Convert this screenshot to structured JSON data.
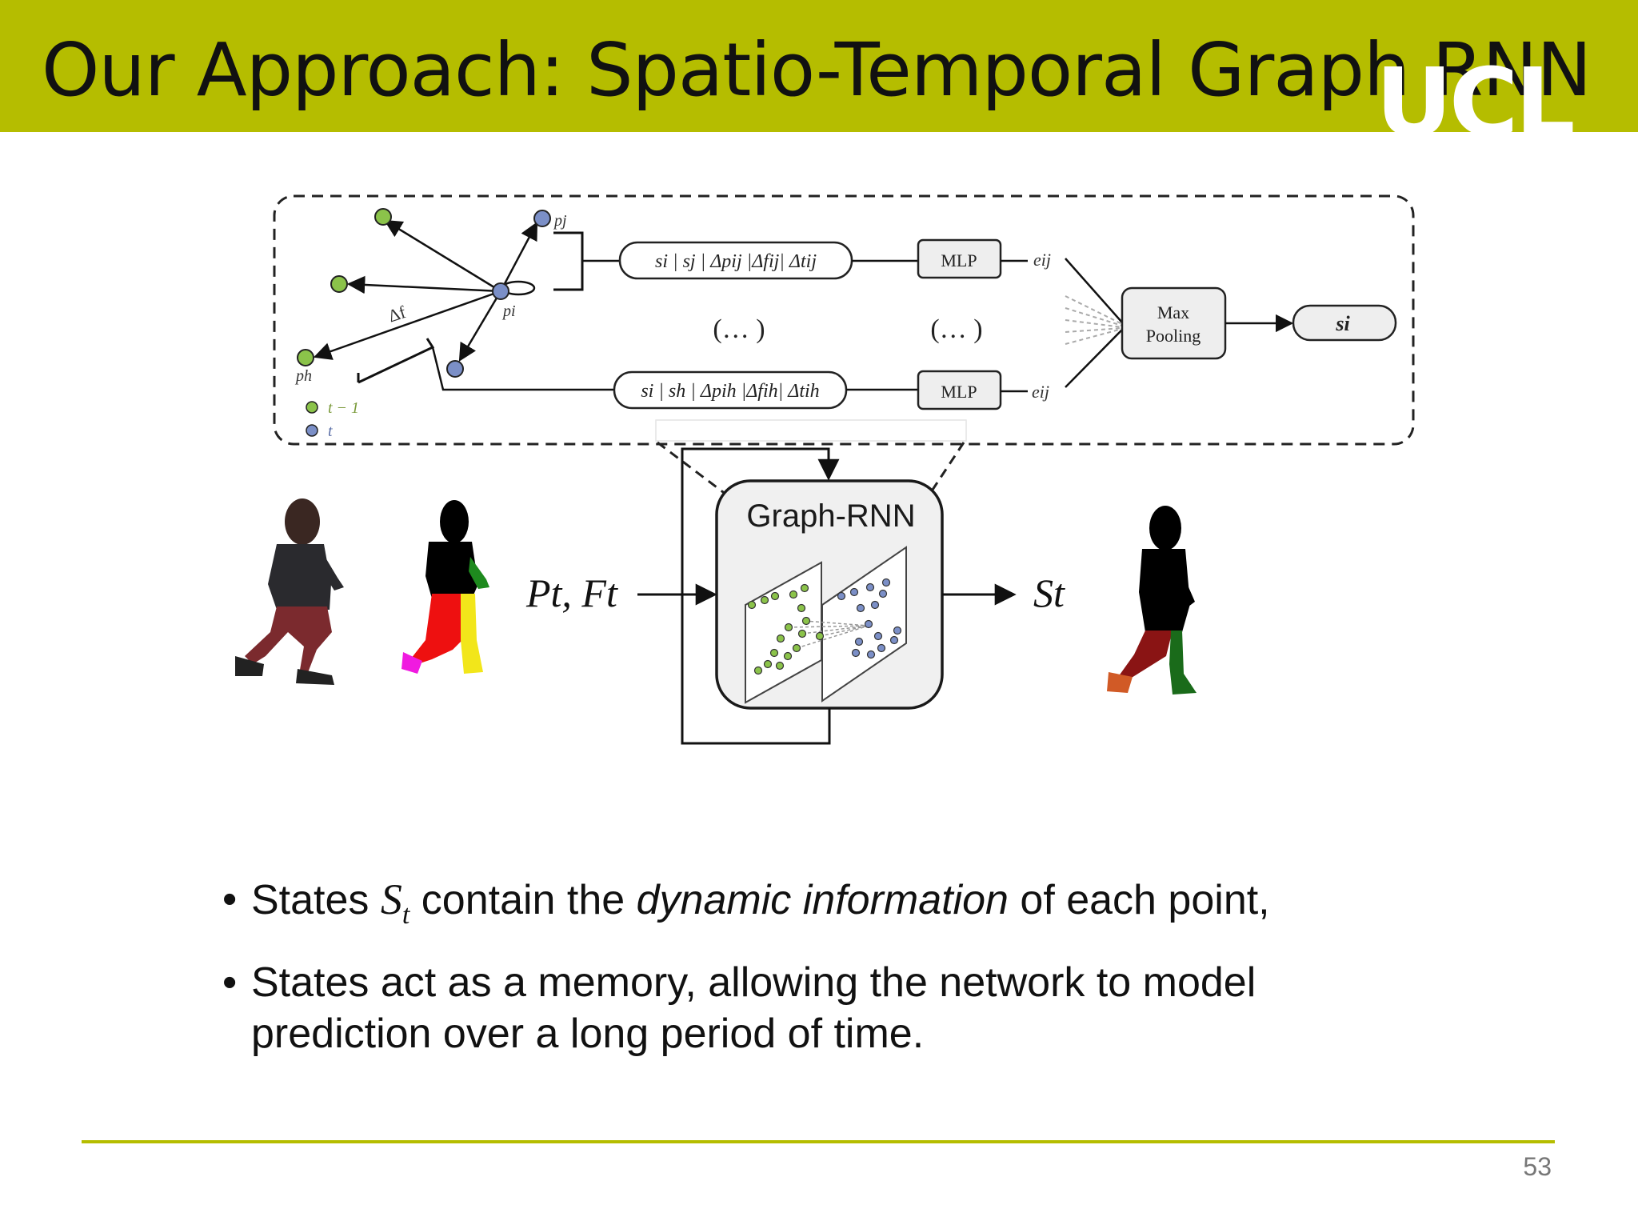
{
  "slide": {
    "title": "Our Approach: Spatio-Temporal Graph RNN",
    "logo_text": "UCL",
    "page_number": "53",
    "accent_color": "#b5bd00"
  },
  "diagram": {
    "graph": {
      "label_pj": "pj",
      "label_pi": "pi",
      "label_ph": "ph",
      "label_df": "Δf",
      "legend_prev": "t − 1",
      "legend_curr": "t",
      "legend_prev_color": "#8bc34a",
      "legend_curr_color": "#7b8fc7"
    },
    "feature_top": "si | sj | Δpij |Δfij| Δtij",
    "feature_bottom": "si | sh | Δpih |Δfih| Δtih",
    "ellipsis_1": "(… )",
    "ellipsis_2": "(… )",
    "mlp_top": "MLP",
    "mlp_bottom": "MLP",
    "edge_top": "eij",
    "edge_bottom": "eij",
    "max_pooling_line1": "Max",
    "max_pooling_line2": "Pooling",
    "output_state": "si",
    "graph_rnn_label": "Graph-RNN",
    "input_label": "Pt, Ft",
    "output_label": "St"
  },
  "bullets": {
    "b1_a": "States ",
    "b1_sym": "S",
    "b1_sub": "t",
    "b1_b": " contain the ",
    "b1_it": "dynamic information",
    "b1_c": " of each point,",
    "b2": "States act as a memory, allowing the network to model prediction over a long period of time."
  }
}
